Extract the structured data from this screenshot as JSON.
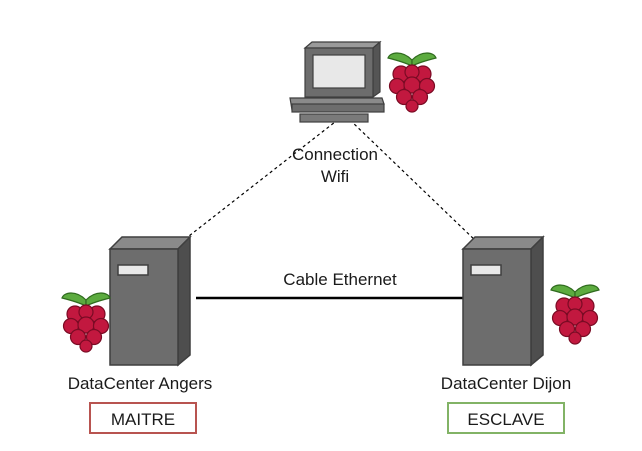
{
  "wifi_link": {
    "line1": "Connection",
    "line2": "Wifi"
  },
  "ethernet_link": {
    "label": "Cable Ethernet"
  },
  "nodes": [
    {
      "name": "DataCenter Angers",
      "role": "MAITRE",
      "role_color": "#b85450"
    },
    {
      "name": "DataCenter Dijon",
      "role": "ESCLAVE",
      "role_color": "#82b366"
    }
  ],
  "icons": [
    "desktop-computer-icon",
    "raspberry-pi-icon",
    "server-tower-icon"
  ],
  "colors": {
    "server_body": "#6d6d6d",
    "server_dark": "#3f3f3f",
    "raspberry": "#c2183f",
    "leaf": "#5cab3f",
    "line": "#000000"
  }
}
